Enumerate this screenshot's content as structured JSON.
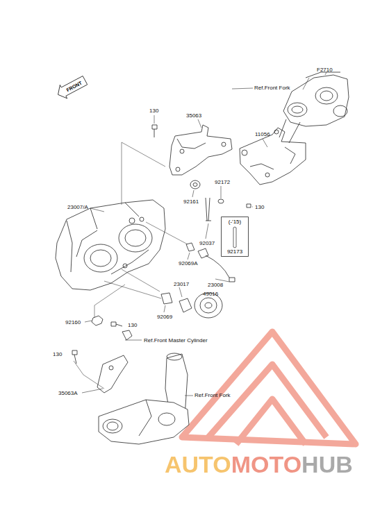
{
  "diagram": {
    "nodes": [
      {
        "text": [
          "FRONT"
        ]
      },
      {
        "text": [
          "(-'15)",
          "92173"
        ]
      }
    ],
    "labels": [
      "F2710",
      "Ref.Front Fork",
      "130",
      "35063",
      "11056",
      "92172",
      "92161",
      "130",
      "23007/A",
      "92037",
      "92069A",
      "23008",
      "23017",
      "49016",
      "92069",
      "92160",
      "130",
      "Ref.Front Master Cylinder",
      "130",
      "35063A",
      "Ref.Front Fork",
      "AUTOMOTOHUB"
    ]
  }
}
